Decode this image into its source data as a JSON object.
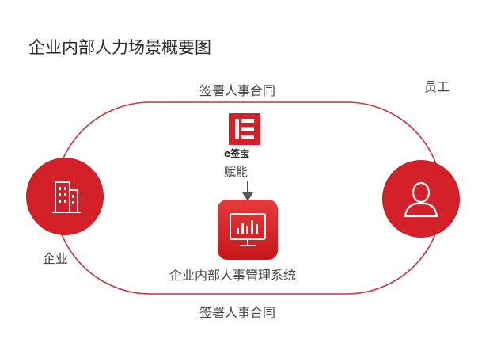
{
  "title": "企业内部人力场景概要图",
  "labels": {
    "top_contract": "签署人事合同",
    "bottom_contract": "签署人事合同",
    "employee": "员工",
    "enterprise": "企业",
    "energize": "赋能",
    "system": "企业内部人事管理系统",
    "esign_brand": "e签宝"
  },
  "colors": {
    "accent": "#d42028",
    "loop_line": "#c8343a",
    "text": "#444444"
  },
  "icons": {
    "enterprise": "building-icon",
    "employee": "person-icon",
    "system": "monitor-chart-icon",
    "esign": "esign-logo-icon"
  }
}
